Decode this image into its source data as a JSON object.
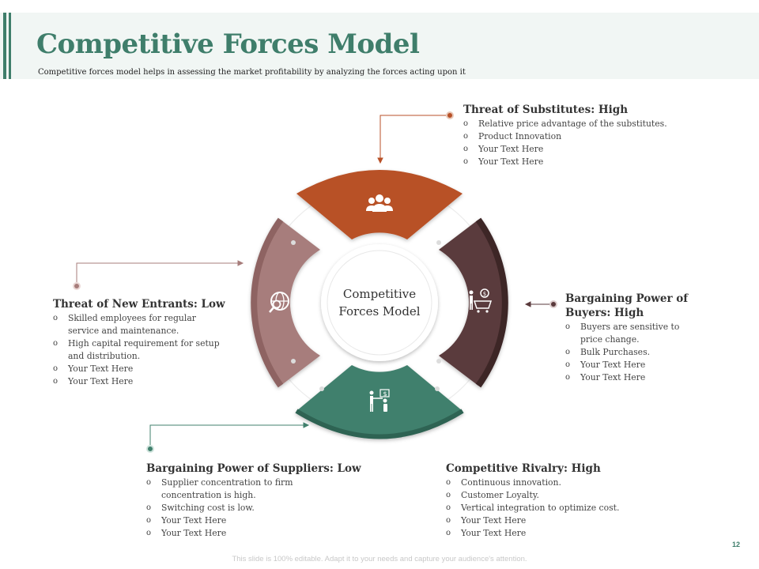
{
  "header": {
    "title": "Competitive Forces Model",
    "subtitle": "Competitive forces model helps in assessing the market profitability by analyzing  the forces acting upon it"
  },
  "center": {
    "line1": "Competitive",
    "line2": "Forces Model"
  },
  "forces": {
    "substitutes": {
      "heading": "Threat of Substitutes: High",
      "items": [
        "Relative price advantage of the substitutes.",
        "Product Innovation",
        "Your Text Here",
        "Your Text Here"
      ],
      "color": "#b85128",
      "icon": "group-icon"
    },
    "buyers": {
      "heading_line1": "Bargaining Power of",
      "heading_line2": "Buyers: High",
      "items": [
        [
          "Buyers are sensitive to",
          "price change."
        ],
        [
          "Bulk Purchases."
        ],
        [
          "Your Text Here"
        ],
        [
          "Your Text Here"
        ]
      ],
      "color": "#5a3a3c",
      "icon": "shopper-cart-icon"
    },
    "rivalry": {
      "heading": "Competitive Rivalry: High",
      "items": [
        "Continuous innovation.",
        "Customer Loyalty.",
        "Vertical integration to optimize cost.",
        "Your Text Here",
        "Your Text Here"
      ],
      "color": "#41806d",
      "icon": "handshake-deal-icon"
    },
    "suppliers": {
      "heading": "Bargaining Power of Suppliers: Low",
      "items": [
        [
          "Supplier concentration  to firm",
          "concentration  is high."
        ],
        [
          "Switching cost  is low."
        ],
        [
          "Your Text Here"
        ],
        [
          "Your Text Here"
        ]
      ],
      "color": "#41806d"
    },
    "entrants": {
      "heading": "Threat of New Entrants: Low",
      "items": [
        [
          "Skilled employees for regular",
          "service and maintenance."
        ],
        [
          "High capital requirement for setup",
          "and distribution."
        ],
        [
          "Your Text Here"
        ],
        [
          "Your Text Here"
        ]
      ],
      "color": "#a77d7b",
      "icon": "global-search-icon"
    }
  },
  "footer": {
    "note": "This slide is 100% editable. Adapt it to your needs and capture your audience's attention.",
    "page": "12"
  }
}
